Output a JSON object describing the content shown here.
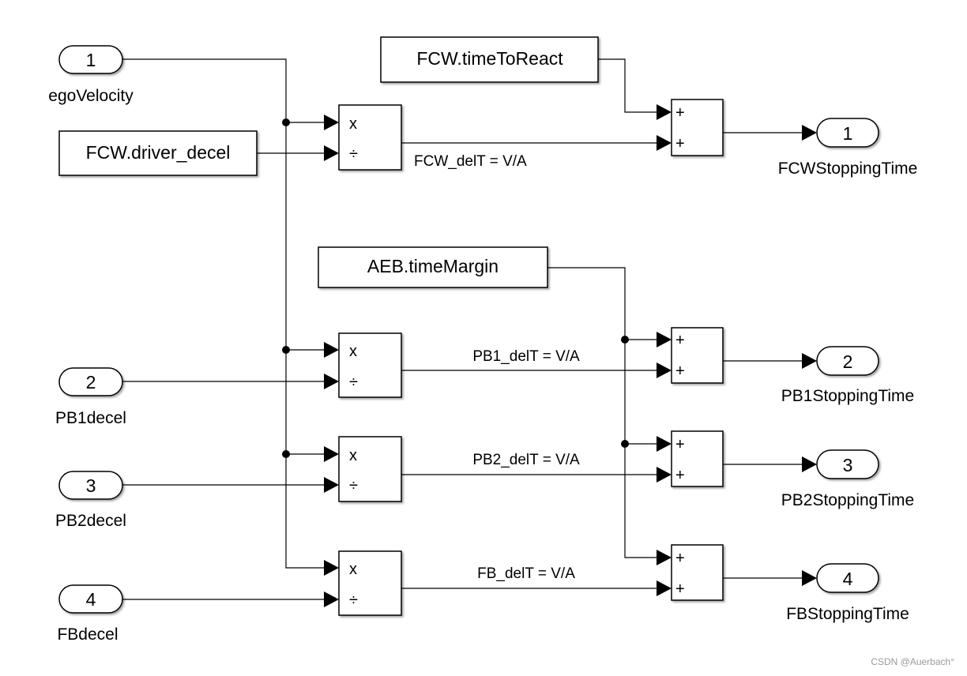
{
  "inports": [
    {
      "number": "1",
      "name": "egoVelocity"
    },
    {
      "number": "2",
      "name": "PB1decel"
    },
    {
      "number": "3",
      "name": "PB2decel"
    },
    {
      "number": "4",
      "name": "FBdecel"
    }
  ],
  "constants": {
    "driver_decel": "FCW.driver_decel",
    "time_to_react": "FCW.timeToReact",
    "time_margin": "AEB.timeMargin"
  },
  "product_blocks": [
    {
      "op_top": "x",
      "op_bottom": "÷",
      "signal": "FCW_delT = V/A"
    },
    {
      "op_top": "x",
      "op_bottom": "÷",
      "signal": "PB1_delT = V/A"
    },
    {
      "op_top": "x",
      "op_bottom": "÷",
      "signal": "PB2_delT = V/A"
    },
    {
      "op_top": "x",
      "op_bottom": "÷",
      "signal": "FB_delT = V/A"
    }
  ],
  "sum_blocks": [
    {
      "op_top": "+",
      "op_bottom": "+"
    },
    {
      "op_top": "+",
      "op_bottom": "+"
    },
    {
      "op_top": "+",
      "op_bottom": "+"
    },
    {
      "op_top": "+",
      "op_bottom": "+"
    }
  ],
  "outports": [
    {
      "number": "1",
      "name": "FCWStoppingTime"
    },
    {
      "number": "2",
      "name": "PB1StoppingTime"
    },
    {
      "number": "3",
      "name": "PB2StoppingTime"
    },
    {
      "number": "4",
      "name": "FBStoppingTime"
    }
  ],
  "watermark": "CSDN @Auerbach°"
}
